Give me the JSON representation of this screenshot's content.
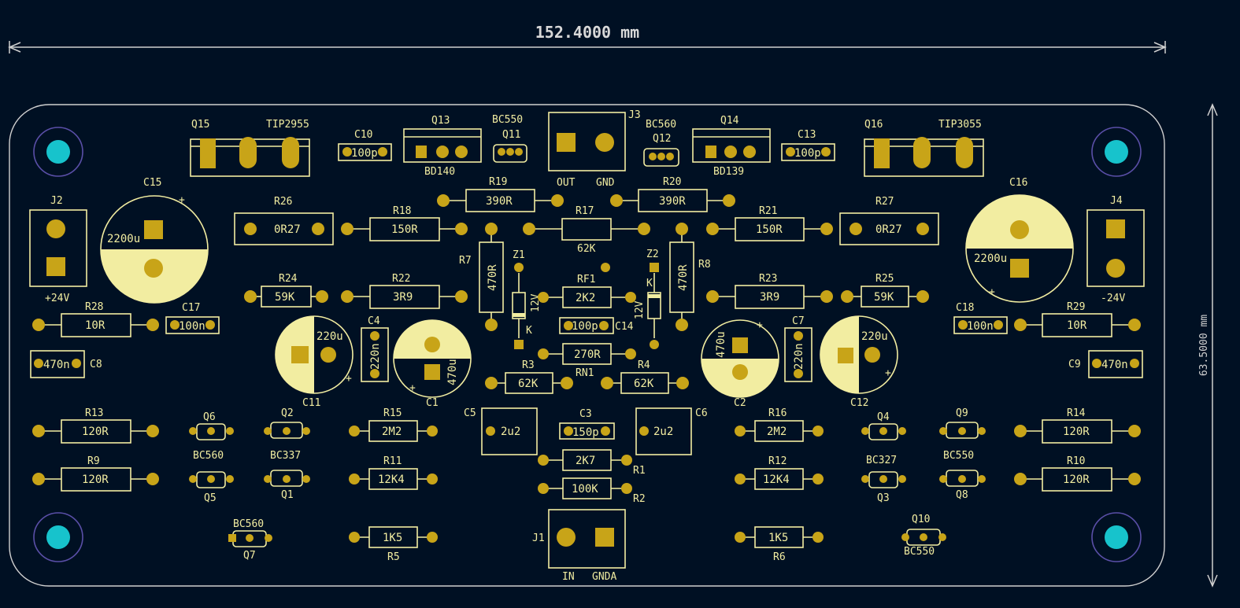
{
  "dimensions": {
    "width_label": "152.4000 mm",
    "height_label": "63.5000 mm"
  },
  "colors": {
    "background": "#001023",
    "silkscreen": "#f2eda1",
    "pad": "#c8a418",
    "hole": "#17c3cc",
    "mounting_ring": "#5a4fa8",
    "outline": "#d0d0d0"
  },
  "components": {
    "Q15": {
      "ref": "Q15",
      "value": "TIP2955"
    },
    "Q16": {
      "ref": "Q16",
      "value": "TIP3055"
    },
    "Q13": {
      "ref": "Q13",
      "value": "BD140"
    },
    "Q14": {
      "ref": "Q14",
      "value": "BD139"
    },
    "Q11": {
      "ref": "Q11",
      "value": "BC550"
    },
    "Q12": {
      "ref": "Q12",
      "value": "BC560"
    },
    "C10": {
      "ref": "C10",
      "value": "100p"
    },
    "C13": {
      "ref": "C13",
      "value": "100p"
    },
    "J3": {
      "ref": "J3",
      "pin1": "OUT",
      "pin2": "GND"
    },
    "J2": {
      "ref": "J2",
      "value": "+24V"
    },
    "J4": {
      "ref": "J4",
      "value": "-24V"
    },
    "J1": {
      "ref": "J1",
      "pin1": "IN",
      "pin2": "GNDA"
    },
    "C15": {
      "ref": "C15",
      "value": "2200u"
    },
    "C16": {
      "ref": "C16",
      "value": "2200u"
    },
    "R26": {
      "ref": "R26",
      "value": "0R27"
    },
    "R27": {
      "ref": "R27",
      "value": "0R27"
    },
    "R18": {
      "ref": "R18",
      "value": "150R"
    },
    "R21": {
      "ref": "R21",
      "value": "150R"
    },
    "R19": {
      "ref": "R19",
      "value": "390R"
    },
    "R20": {
      "ref": "R20",
      "value": "390R"
    },
    "R17": {
      "ref": "R17",
      "value": "62K"
    },
    "R7": {
      "ref": "R7",
      "value": "470R"
    },
    "R8": {
      "ref": "R8",
      "value": "470R"
    },
    "Z1": {
      "ref": "Z1",
      "value": "12V",
      "cathode": "K"
    },
    "Z2": {
      "ref": "Z2",
      "value": "12V",
      "cathode": "K"
    },
    "RF1": {
      "ref": "RF1",
      "value": "2K2"
    },
    "C14": {
      "ref": "C14",
      "value": "100p"
    },
    "RN1": {
      "ref": "RN1",
      "value": "270R"
    },
    "R24": {
      "ref": "R24",
      "value": "59K"
    },
    "R25": {
      "ref": "R25",
      "value": "59K"
    },
    "R22": {
      "ref": "R22",
      "value": "3R9"
    },
    "R23": {
      "ref": "R23",
      "value": "3R9"
    },
    "R28": {
      "ref": "R28",
      "value": "10R"
    },
    "R29": {
      "ref": "R29",
      "value": "10R"
    },
    "C17": {
      "ref": "C17",
      "value": "100n"
    },
    "C18": {
      "ref": "C18",
      "value": "100n"
    },
    "C8": {
      "ref": "C8",
      "value": "470n"
    },
    "C9": {
      "ref": "C9",
      "value": "470n"
    },
    "C11": {
      "ref": "C11",
      "value": "220u"
    },
    "C12": {
      "ref": "C12",
      "value": "220u"
    },
    "C4": {
      "ref": "C4",
      "value": "220n"
    },
    "C7": {
      "ref": "C7",
      "value": "220n"
    },
    "C1": {
      "ref": "C1",
      "value": "470u"
    },
    "C2": {
      "ref": "C2",
      "value": "470u"
    },
    "R3": {
      "ref": "R3",
      "value": "62K"
    },
    "R4": {
      "ref": "R4",
      "value": "62K"
    },
    "C5": {
      "ref": "C5",
      "value": "2u2"
    },
    "C6": {
      "ref": "C6",
      "value": "2u2"
    },
    "C3": {
      "ref": "C3",
      "value": "150p"
    },
    "R1": {
      "ref": "R1",
      "value": "2K7"
    },
    "R2": {
      "ref": "R2",
      "value": "100K"
    },
    "R13": {
      "ref": "R13",
      "value": "120R"
    },
    "R14": {
      "ref": "R14",
      "value": "120R"
    },
    "R9": {
      "ref": "R9",
      "value": "120R"
    },
    "R10": {
      "ref": "R10",
      "value": "120R"
    },
    "R15": {
      "ref": "R15",
      "value": "2M2"
    },
    "R16": {
      "ref": "R16",
      "value": "2M2"
    },
    "R11": {
      "ref": "R11",
      "value": "12K4"
    },
    "R12": {
      "ref": "R12",
      "value": "12K4"
    },
    "R5": {
      "ref": "R5",
      "value": "1K5"
    },
    "R6": {
      "ref": "R6",
      "value": "1K5"
    },
    "Q6": {
      "ref": "Q6",
      "value": "BC560"
    },
    "Q5": {
      "ref": "Q5"
    },
    "Q2": {
      "ref": "Q2",
      "value": "BC337"
    },
    "Q1": {
      "ref": "Q1"
    },
    "Q4": {
      "ref": "Q4",
      "value": "BC327"
    },
    "Q3": {
      "ref": "Q3"
    },
    "Q9": {
      "ref": "Q9",
      "value": "BC550"
    },
    "Q8": {
      "ref": "Q8"
    },
    "Q7": {
      "ref": "Q7",
      "value": "BC560"
    },
    "Q10": {
      "ref": "Q10",
      "value": "BC550"
    }
  }
}
